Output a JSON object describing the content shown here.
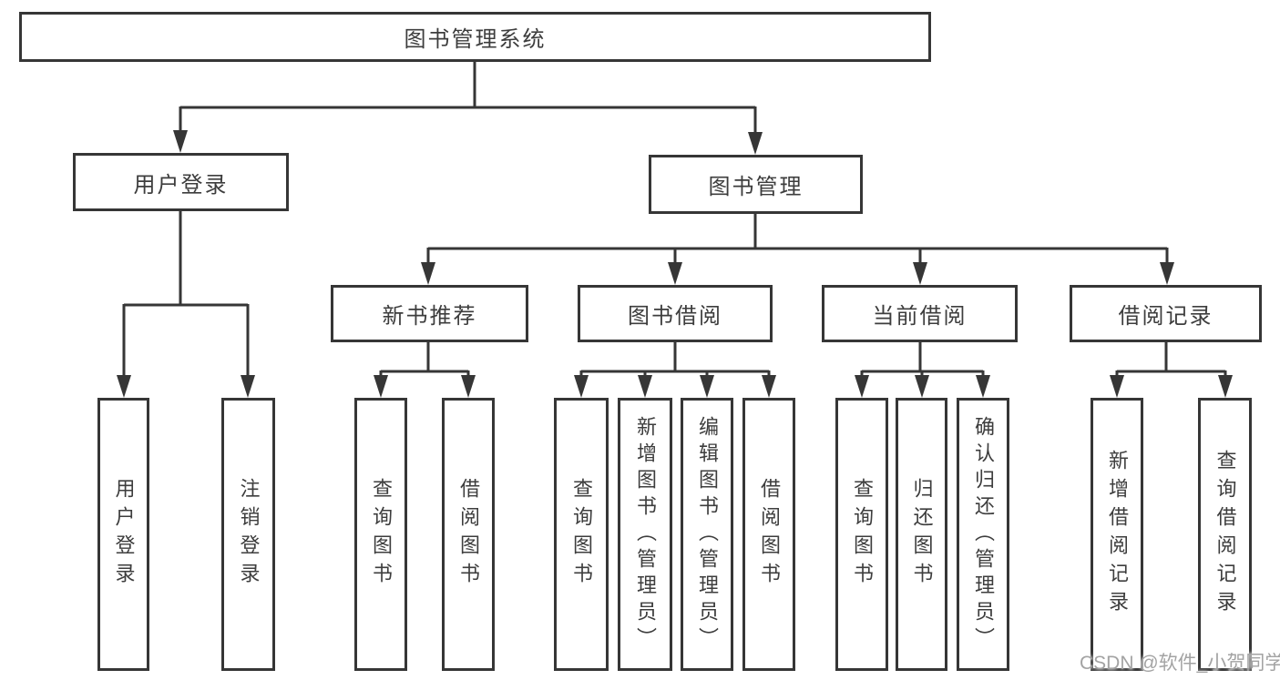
{
  "tree": {
    "root": {
      "label": "图书管理系统"
    },
    "branches": [
      {
        "label": "用户登录",
        "children": [
          {
            "label": "用户登录"
          },
          {
            "label": "注销登录"
          }
        ]
      },
      {
        "label": "图书管理",
        "children": [
          {
            "label": "新书推荐",
            "children": [
              {
                "label": "查询图书"
              },
              {
                "label": "借阅图书"
              }
            ]
          },
          {
            "label": "图书借阅",
            "children": [
              {
                "label": "查询图书"
              },
              {
                "label": "新增图书（管理员）"
              },
              {
                "label": "编辑图书（管理员）"
              },
              {
                "label": "借阅图书"
              }
            ]
          },
          {
            "label": "当前借阅",
            "children": [
              {
                "label": "查询图书"
              },
              {
                "label": "归还图书"
              },
              {
                "label": "确认归还（管理员）"
              }
            ]
          },
          {
            "label": "借阅记录",
            "children": [
              {
                "label": "新增借阅记录"
              },
              {
                "label": "查询借阅记录"
              }
            ]
          }
        ]
      }
    ]
  },
  "watermark": {
    "text": "CSDN @软件_小贺同学",
    "color": "#a3a3a3"
  },
  "colors": {
    "line": "#363636",
    "text": "#3d3d3d",
    "background": "#ffffff"
  }
}
